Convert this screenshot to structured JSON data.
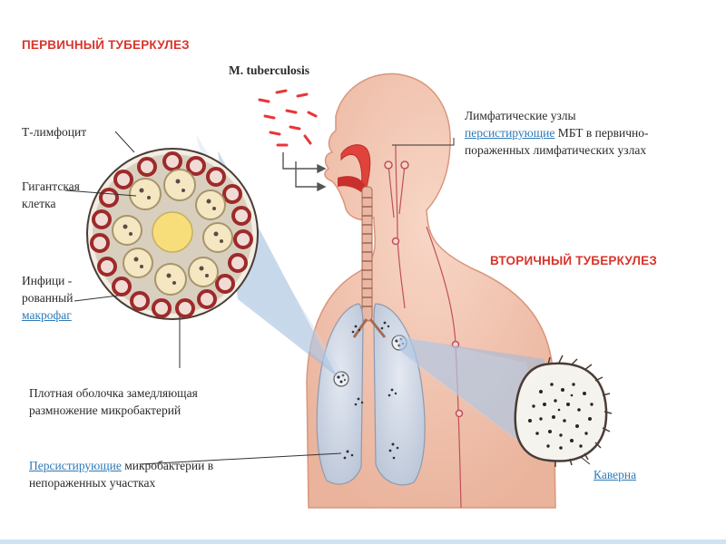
{
  "headings": {
    "primary": "ПЕРВИЧНЫЙ ТУБЕРКУЛЕЗ",
    "secondary": "ВТОРИЧНЫЙ ТУБЕРКУЛЕЗ"
  },
  "labels": {
    "pathogen": "M. tuberculosis",
    "t_lymphocyte": "Т-лимфоцит",
    "giant_cell_1": "Гигантская",
    "giant_cell_2": "клетка",
    "infected_1": "Инфици -",
    "infected_2": "рованный",
    "macrophage_link": "макрофаг",
    "capsule_1": "Плотная оболочка замедляющая",
    "capsule_2": "размножение микробактерий",
    "persist_link": "Персистирующие",
    "persist_rest_1": " микробактерии в",
    "persist_rest_2": "непораженных участках",
    "lymph_1": "Лимфатические узлы",
    "lymph_link": "персистирующие",
    "lymph_rest_2": " МБТ в первично-",
    "lymph_3": "пораженных лимфатических узлах",
    "cavern_link": "Каверна"
  },
  "colors": {
    "heading_red": "#d9342b",
    "link_blue": "#2e7ab8",
    "skin": "#f3c6b2",
    "skin_dark": "#d9967c",
    "lung": "#cfd8e6",
    "bacteria": "#e8363a"
  }
}
